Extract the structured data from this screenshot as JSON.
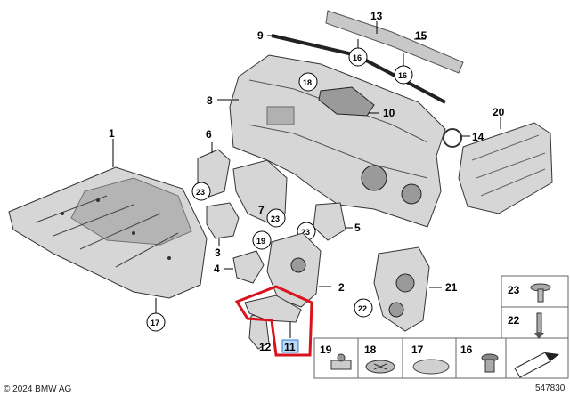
{
  "diagram": {
    "labels": {
      "p1": "1",
      "p2": "2",
      "p3": "3",
      "p4": "4",
      "p5": "5",
      "p6": "6",
      "p7": "7",
      "p8": "8",
      "p9": "9",
      "p10": "10",
      "p11": "11",
      "p12": "12",
      "p13": "13",
      "p14": "14",
      "p15": "15",
      "p16a": "16",
      "p16b": "16",
      "p17": "17",
      "p18": "18",
      "p19": "19",
      "p20": "20",
      "p21": "21",
      "p22": "22",
      "p23a": "23",
      "p23b": "23",
      "p23c": "23"
    },
    "highlighted_part": "11",
    "highlight_color": "#d9131d",
    "label_highlight_color": "#2e7dd1"
  },
  "fasteners_panel": {
    "items": [
      {
        "number": "23"
      },
      {
        "number": "22"
      },
      {
        "number": "19"
      },
      {
        "number": "18"
      },
      {
        "number": "17"
      },
      {
        "number": "16"
      }
    ]
  },
  "footer": {
    "copyright": "© 2024 BMW AG",
    "diagram_id": "547830"
  }
}
